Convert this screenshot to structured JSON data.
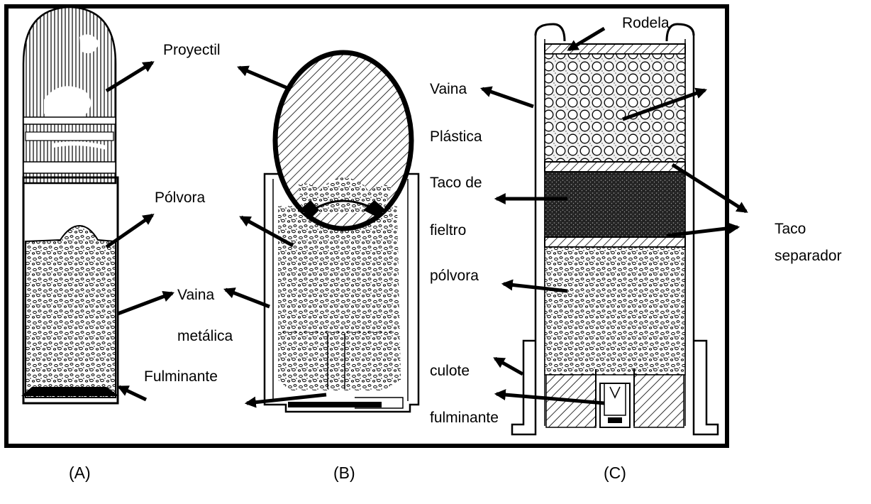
{
  "figure": {
    "panel_a": {
      "caption": "(A)",
      "labels": {
        "proyectil": "Proyectil",
        "polvora": "Pólvora",
        "vaina_line1": "Vaina",
        "vaina_line2": "metálica",
        "fulminante": "Fulminante"
      }
    },
    "panel_b": {
      "caption": "(B)"
    },
    "panel_c": {
      "caption": "(C)",
      "labels": {
        "rodela": "Rodela",
        "vaina_line1": "Vaina",
        "vaina_line2": "Plástica",
        "taco_fieltro_line1": "Taco de",
        "taco_fieltro_line2": "fieltro",
        "polvora": "pólvora",
        "culote": "culote",
        "fulminante": "fulminante",
        "taco_separador_line1": "Taco",
        "taco_separador_line2": "separador"
      }
    }
  },
  "colors": {
    "ink": "#000000",
    "paper": "#ffffff"
  }
}
